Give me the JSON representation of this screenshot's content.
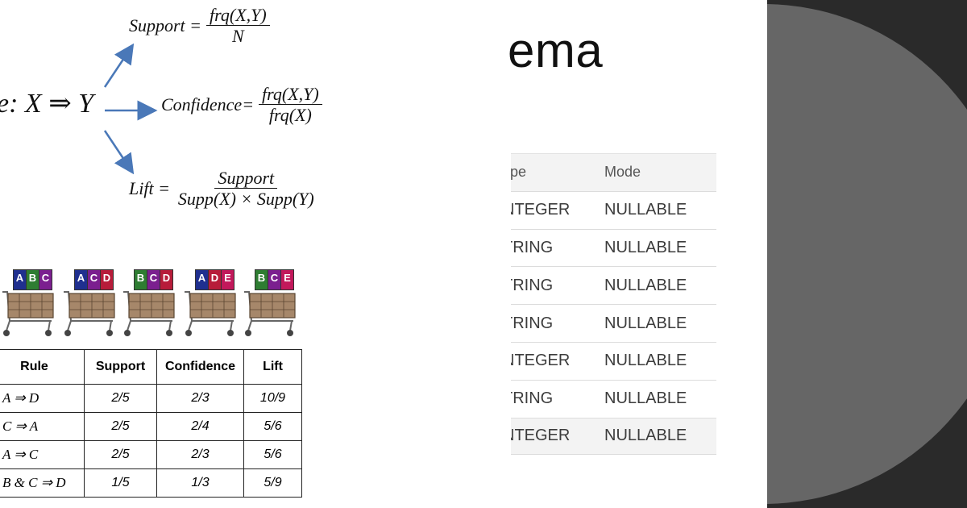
{
  "formulas": {
    "rule": {
      "prefix": "e:",
      "expr": "X ⇒ Y"
    },
    "support": {
      "lhs": "Support =",
      "num": "frq(X,Y)",
      "den": "N"
    },
    "confidence": {
      "lhs": "Confidence=",
      "num": "frq(X,Y)",
      "den": "frq(X)"
    },
    "lift": {
      "lhs": "Lift =",
      "num": "Support",
      "den": "Supp(X) × Supp(Y)"
    },
    "arrow_color": "#4a78b8"
  },
  "carts": [
    {
      "items": [
        "A",
        "B",
        "C"
      ],
      "colors": [
        "#1f2f8f",
        "#2e7d32",
        "#7b1f8f"
      ]
    },
    {
      "items": [
        "A",
        "C",
        "D"
      ],
      "colors": [
        "#1f2f8f",
        "#7b1f8f",
        "#b71c3a"
      ]
    },
    {
      "items": [
        "B",
        "C",
        "D"
      ],
      "colors": [
        "#2e7d32",
        "#7b1f8f",
        "#b71c3a"
      ]
    },
    {
      "items": [
        "A",
        "D",
        "E"
      ],
      "colors": [
        "#1f2f8f",
        "#b71c3a",
        "#c2185b"
      ]
    },
    {
      "items": [
        "B",
        "C",
        "E"
      ],
      "colors": [
        "#2e7d32",
        "#7b1f8f",
        "#c2185b"
      ]
    }
  ],
  "rules_table": {
    "headers": [
      "Rule",
      "Support",
      "Confidence",
      "Lift"
    ],
    "rows": [
      [
        "A ⇒ D",
        "2/5",
        "2/3",
        "10/9"
      ],
      [
        "C ⇒ A",
        "2/5",
        "2/4",
        "5/6"
      ],
      [
        "A ⇒ C",
        "2/5",
        "2/3",
        "5/6"
      ],
      [
        "B & C ⇒ D",
        "1/5",
        "1/3",
        "5/9"
      ]
    ]
  },
  "slide": {
    "title": "ema"
  },
  "schema": {
    "headers": {
      "type": "ype",
      "mode": "Mode"
    },
    "rows": [
      {
        "type": "NTEGER",
        "mode": "NULLABLE"
      },
      {
        "type": "TRING",
        "mode": "NULLABLE"
      },
      {
        "type": "TRING",
        "mode": "NULLABLE"
      },
      {
        "type": "TRING",
        "mode": "NULLABLE"
      },
      {
        "type": "NTEGER",
        "mode": "NULLABLE"
      },
      {
        "type": "TRING",
        "mode": "NULLABLE"
      },
      {
        "type": "NTEGER",
        "mode": "NULLABLE"
      }
    ]
  },
  "colors": {
    "dark_panel": "#2a2a2a",
    "circle": "#666666",
    "schema_header_bg": "#f3f3f3"
  }
}
